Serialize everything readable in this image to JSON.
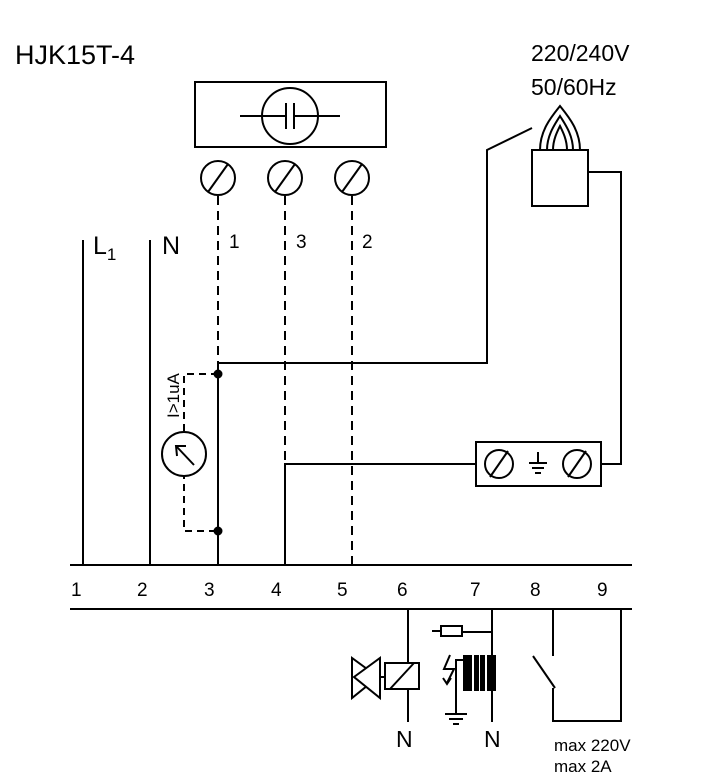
{
  "model": "HJK15T-4",
  "supply": {
    "voltage": "220/240V",
    "frequency": "50/60Hz"
  },
  "electrode_numbers": [
    "1",
    "3",
    "2"
  ],
  "lines": {
    "l1_main": "L",
    "l1_sub": "1",
    "neutral": "N"
  },
  "meter_label": "I>1uA",
  "terminals": [
    "1",
    "2",
    "3",
    "4",
    "5",
    "6",
    "7",
    "8",
    "9"
  ],
  "neutral_labels": [
    "N",
    "N"
  ],
  "contact_rating": {
    "voltage": "max 220V",
    "current": "max 2A"
  },
  "colors": {
    "line": "#000000",
    "background": "#ffffff"
  }
}
